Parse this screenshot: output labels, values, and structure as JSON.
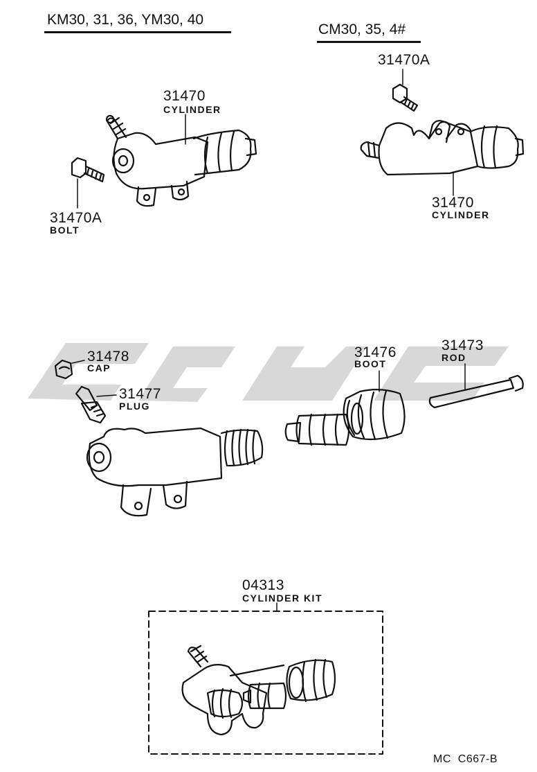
{
  "headers": {
    "left": "KM30, 31, 36, YM30, 40",
    "right": "CM30, 35, 4#"
  },
  "parts": {
    "top_left_cylinder": {
      "number": "31470",
      "name": "CYLINDER"
    },
    "top_left_bolt": {
      "number": "31470A",
      "name": "BOLT"
    },
    "top_right_bolt": {
      "number": "31470A"
    },
    "top_right_cylinder": {
      "number": "31470",
      "name": "CYLINDER"
    },
    "cap": {
      "number": "31478",
      "name": "CAP"
    },
    "plug": {
      "number": "31477",
      "name": "PLUG"
    },
    "boot": {
      "number": "31476",
      "name": "BOOT"
    },
    "rod": {
      "number": "31473",
      "name": "ROD"
    },
    "cylinder_kit": {
      "number": "04313",
      "name": "CYLINDER KIT"
    }
  },
  "diagram_code": "MC  C667-B",
  "colors": {
    "ink": "#111111",
    "watermark": "#d6d6d6"
  }
}
